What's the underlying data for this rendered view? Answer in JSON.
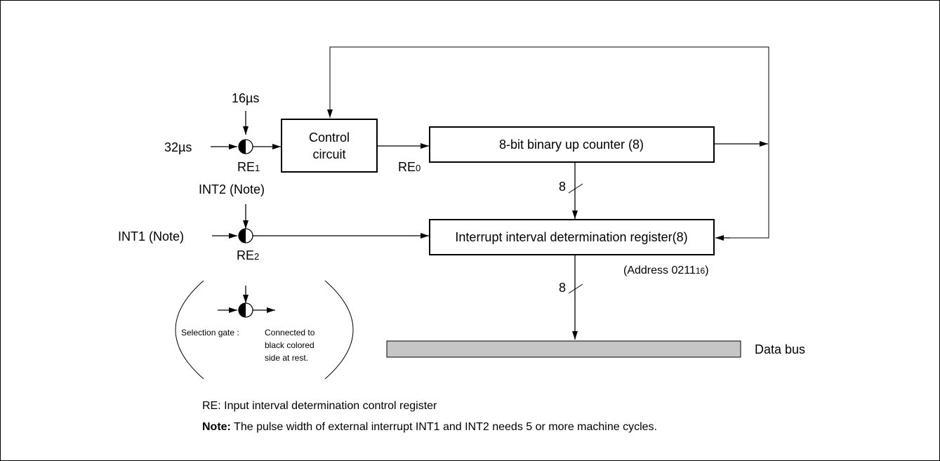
{
  "inputs": {
    "clock_16": "16µs",
    "clock_32": "32µs",
    "int2": "INT2 (Note)",
    "int1": "INT1 (Note)"
  },
  "gates": {
    "re1_main": "RE",
    "re1_sub": "1",
    "re2_main": "RE",
    "re2_sub": "2",
    "re0_main": "RE",
    "re0_sub": "0"
  },
  "blocks": {
    "control_line1": "Control",
    "control_line2": "circuit",
    "counter": "8-bit binary up counter (8)",
    "register": "Interrupt interval determination register(8)",
    "address_main": "(Address 0211",
    "address_sub": "16",
    "address_end": ")",
    "bus_width_1": "8",
    "bus_width_2": "8",
    "data_bus": "Data bus"
  },
  "legend": {
    "label": "Selection gate :",
    "desc_line1": "Connected to",
    "desc_line2": "black colored",
    "desc_line3": "side at rest."
  },
  "notes": {
    "re_definition": "RE: Input interval determination control register",
    "note_label": "Note:",
    "note_text": " The pulse width of external interrupt INT1 and INT2 needs 5 or more machine cycles."
  }
}
